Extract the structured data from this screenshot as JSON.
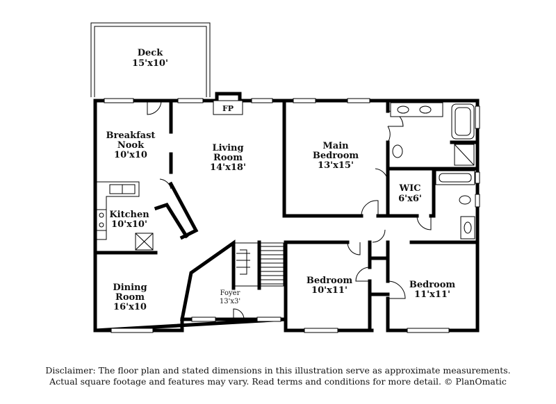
{
  "rooms": {
    "deck": {
      "name": "Deck",
      "dims": "15'x10'"
    },
    "fireplace": {
      "label": "FP"
    },
    "breakfast_nook": {
      "name_line1": "Breakfast",
      "name_line2": "Nook",
      "dims": "10'x10"
    },
    "living_room": {
      "name_line1": "Living",
      "name_line2": "Room",
      "dims": "14'x18'"
    },
    "main_bedroom": {
      "name_line1": "Main",
      "name_line2": "Bedroom",
      "dims": "13'x15'"
    },
    "wic": {
      "name": "WIC",
      "dims": "6'x6'"
    },
    "kitchen": {
      "name": "Kitchen",
      "dims": "10'x10'"
    },
    "dining_room": {
      "name_line1": "Dining",
      "name_line2": "Room",
      "dims": "16'x10"
    },
    "foyer": {
      "name": "Foyer",
      "dims": "13'x3'"
    },
    "bedroom_2": {
      "name": "Bedroom",
      "dims": "10'x11'"
    },
    "bedroom_3": {
      "name": "Bedroom",
      "dims": "11'x11'"
    }
  },
  "disclaimer": {
    "line1": "Disclaimer: The floor plan and stated dimensions in this illustration serve as approximate measurements.",
    "line2": "Actual square footage and features may vary. Read terms and conditions for more detail. © PlanOmatic"
  }
}
